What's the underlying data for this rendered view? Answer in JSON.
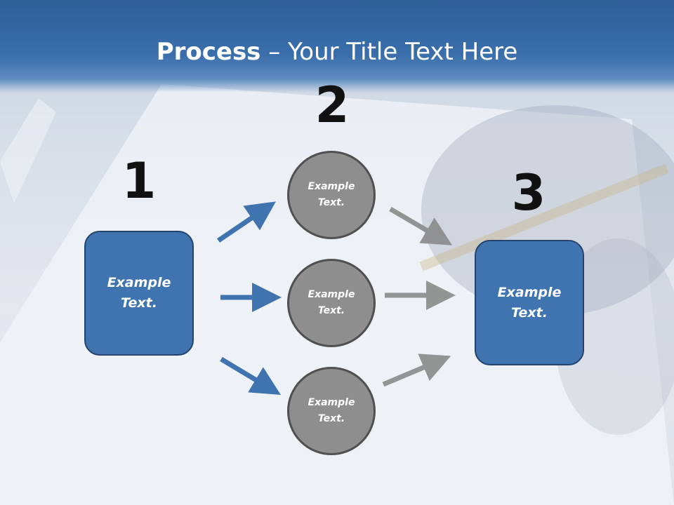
{
  "slide": {
    "title_bold": "Process",
    "title_rest": " – Your Title Text Here"
  },
  "steps": {
    "step1": {
      "number": "1",
      "box_text": "Example\nText."
    },
    "step2": {
      "number": "2",
      "circles": [
        "Example\nText.",
        "Example\nText.",
        "Example\nText."
      ]
    },
    "step3": {
      "number": "3",
      "box_text": "Example\nText."
    }
  },
  "colors": {
    "title_band": "#3a6fac",
    "box_fill": "#3f74b0",
    "box_border": "#24446d",
    "circle_fill": "#8e8e8e",
    "circle_border": "#505050",
    "blue_arrow": "#3f74b0",
    "gray_arrow": "#8a8a8a"
  }
}
